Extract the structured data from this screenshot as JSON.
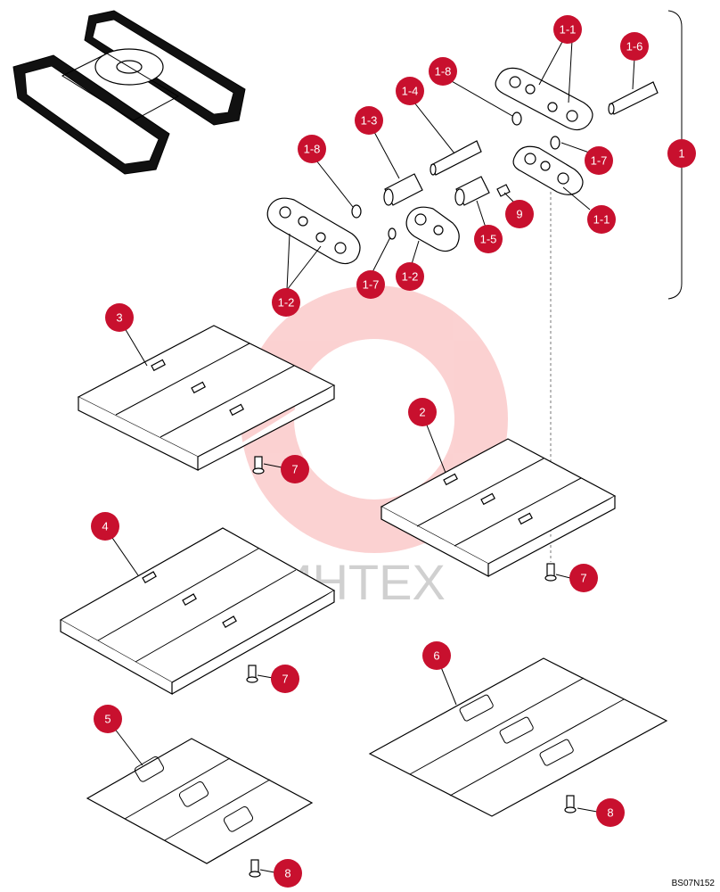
{
  "watermark": {
    "text": "ИНТЕХ",
    "color": "#e8a0a0"
  },
  "callout_color": "#c8102e",
  "callouts": {
    "c1": "1",
    "c1_1a": "1-1",
    "c1_1b": "1-1",
    "c1_2a": "1-2",
    "c1_2b": "1-2",
    "c1_3": "1-3",
    "c1_4": "1-4",
    "c1_5": "1-5",
    "c1_6": "1-6",
    "c1_7a": "1-7",
    "c1_7b": "1-7",
    "c1_8a": "1-8",
    "c1_8b": "1-8",
    "c2": "2",
    "c3": "3",
    "c4": "4",
    "c5": "5",
    "c6": "6",
    "c7a": "7",
    "c7b": "7",
    "c7c": "7",
    "c8a": "8",
    "c8b": "8",
    "c9": "9"
  },
  "reference_code": "BS07N152"
}
